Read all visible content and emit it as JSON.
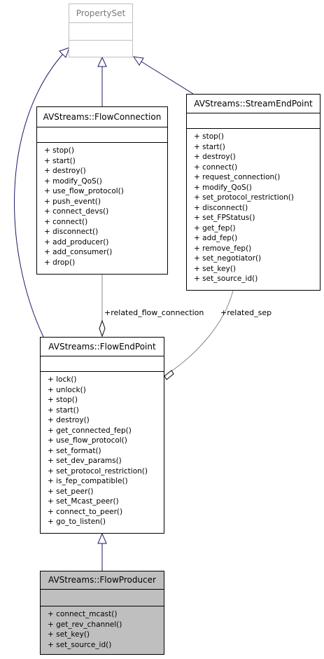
{
  "classes": {
    "property_set": {
      "name": "PropertySet",
      "operations": []
    },
    "flow_connection": {
      "name": "AVStreams::FlowConnection",
      "operations": [
        "+ stop()",
        "+ start()",
        "+ destroy()",
        "+ modify_QoS()",
        "+ use_flow_protocol()",
        "+ push_event()",
        "+ connect_devs()",
        "+ connect()",
        "+ disconnect()",
        "+ add_producer()",
        "+ add_consumer()",
        "+ drop()"
      ]
    },
    "stream_end_point": {
      "name": "AVStreams::StreamEndPoint",
      "operations": [
        "+ stop()",
        "+ start()",
        "+ destroy()",
        "+ connect()",
        "+ request_connection()",
        "+ modify_QoS()",
        "+ set_protocol_restriction()",
        "+ disconnect()",
        "+ set_FPStatus()",
        "+ get_fep()",
        "+ add_fep()",
        "+ remove_fep()",
        "+ set_negotiator()",
        "+ set_key()",
        "+ set_source_id()"
      ]
    },
    "flow_end_point": {
      "name": "AVStreams::FlowEndPoint",
      "operations": [
        "+ lock()",
        "+ unlock()",
        "+ stop()",
        "+ start()",
        "+ destroy()",
        "+ get_connected_fep()",
        "+ use_flow_protocol()",
        "+ set_format()",
        "+ set_dev_params()",
        "+ set_protocol_restriction()",
        "+ is_fep_compatible()",
        "+ set_peer()",
        "+ set_Mcast_peer()",
        "+ connect_to_peer()",
        "+ go_to_listen()"
      ]
    },
    "flow_producer": {
      "name": "AVStreams::FlowProducer",
      "operations": [
        "+ connect_mcast()",
        "+ get_rev_channel()",
        "+ set_key()",
        "+ set_source_id()"
      ]
    }
  },
  "edges": {
    "related_flow_connection": "+related_flow_connection",
    "related_sep": "+related_sep"
  },
  "colors": {
    "highlight": "#bfbfbf",
    "line": "#1a1a66",
    "stroke": "#000000"
  }
}
